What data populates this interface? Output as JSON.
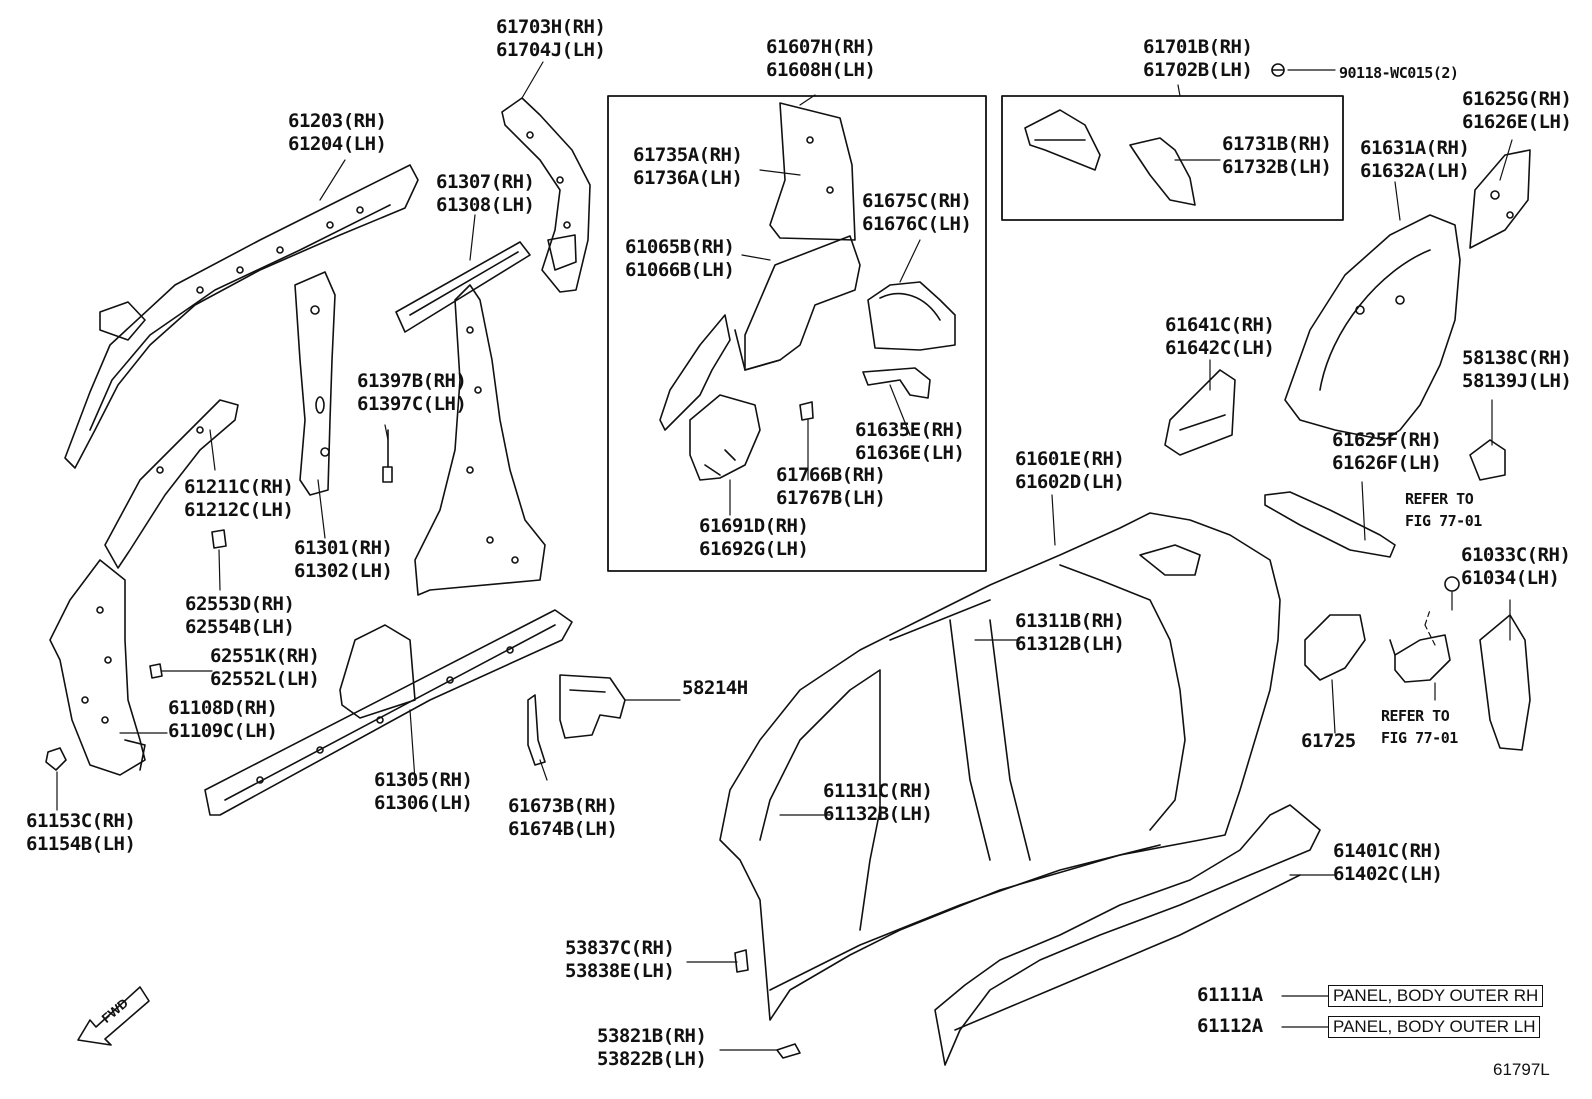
{
  "labels": {
    "p61703": [
      "61703H(RH)",
      "61704J(LH)"
    ],
    "p61607": [
      "61607H(RH)",
      "61608H(LH)"
    ],
    "p61701": [
      "61701B(RH)",
      "61702B(LH)"
    ],
    "p90118": "90118-WC015(2)",
    "p61625g": [
      "61625G(RH)",
      "61626E(LH)"
    ],
    "p61203": [
      "61203(RH)",
      "61204(LH)"
    ],
    "p61307": [
      "61307(RH)",
      "61308(LH)"
    ],
    "p61735": [
      "61735A(RH)",
      "61736A(LH)"
    ],
    "p61731": [
      "61731B(RH)",
      "61732B(LH)"
    ],
    "p61631": [
      "61631A(RH)",
      "61632A(LH)"
    ],
    "p61675": [
      "61675C(RH)",
      "61676C(LH)"
    ],
    "p61065": [
      "61065B(RH)",
      "61066B(LH)"
    ],
    "p61641": [
      "61641C(RH)",
      "61642C(LH)"
    ],
    "p58138": [
      "58138C(RH)",
      "58139J(LH)"
    ],
    "p61397": [
      "61397B(RH)",
      "61397C(LH)"
    ],
    "p61635": [
      "61635E(RH)",
      "61636E(LH)"
    ],
    "p61601": [
      "61601E(RH)",
      "61602D(LH)"
    ],
    "p61625f": [
      "61625F(RH)",
      "61626F(LH)"
    ],
    "p61766": [
      "61766B(RH)",
      "61767B(LH)"
    ],
    "p61211": [
      "61211C(RH)",
      "61212C(LH)"
    ],
    "refer1": [
      "REFER TO",
      "FIG 77-01"
    ],
    "p61691": [
      "61691D(RH)",
      "61692G(LH)"
    ],
    "p61301": [
      "61301(RH)",
      "61302(LH)"
    ],
    "p61033": [
      "61033C(RH)",
      "61034(LH)"
    ],
    "p62553": [
      "62553D(RH)",
      "62554B(LH)"
    ],
    "p61311": [
      "61311B(RH)",
      "61312B(LH)"
    ],
    "p62551": [
      "62551K(RH)",
      "62552L(LH)"
    ],
    "p58214": "58214H",
    "p61108": [
      "61108D(RH)",
      "61109C(LH)"
    ],
    "p61725": "61725",
    "refer2": [
      "REFER TO",
      "FIG 77-01"
    ],
    "p61305": [
      "61305(RH)",
      "61306(LH)"
    ],
    "p61131": [
      "61131C(RH)",
      "61132B(LH)"
    ],
    "p61153": [
      "61153C(RH)",
      "61154B(LH)"
    ],
    "p61673": [
      "61673B(RH)",
      "61674B(LH)"
    ],
    "p61401": [
      "61401C(RH)",
      "61402C(LH)"
    ],
    "p53837": [
      "53837C(RH)",
      "53838E(LH)"
    ],
    "p61111": "61111A",
    "p61112": "61112A",
    "panel_rh": "PANEL, BODY OUTER RH",
    "panel_lh": "PANEL, BODY OUTER LH",
    "p53821": [
      "53821B(RH)",
      "53822B(LH)"
    ],
    "fwd": "FWD",
    "fig_no": "61797L"
  },
  "colors": {
    "ink": "#111111",
    "bg": "#ffffff"
  }
}
